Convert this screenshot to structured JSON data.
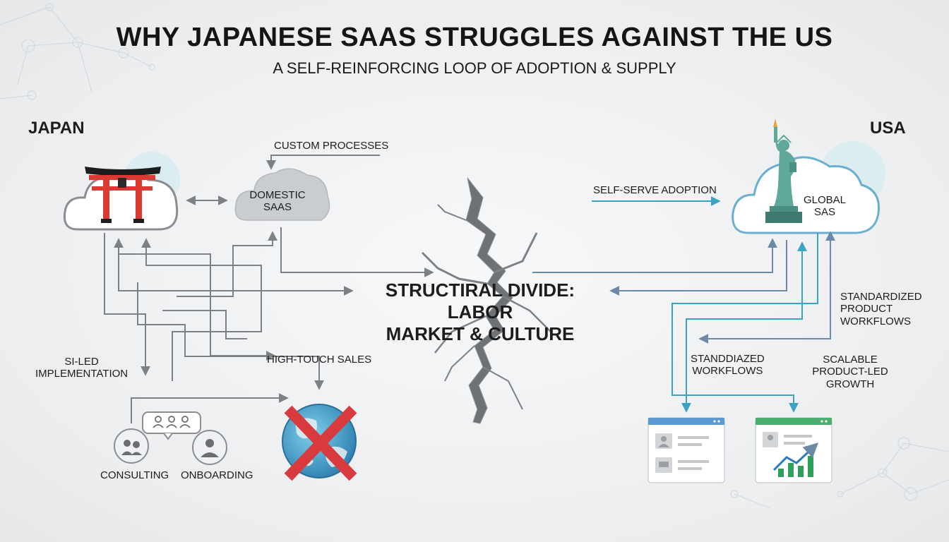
{
  "title": "WHY JAPANESE SAAS STRUGGLES AGAINST THE US",
  "subtitle": "A SELF-REINFORCING LOOP OF ADOPTION & SUPPLY",
  "japan": {
    "region_label": "JAPAN",
    "domestic_saas": [
      "DOMESTIC",
      "SAAS"
    ],
    "custom_processes": "CUSTOM PROCESSES",
    "si_led": [
      "SI-LED",
      "IMPLEMENTATION"
    ],
    "high_touch": "HIGH-TOUCH SALES",
    "consulting": "CONSULTING",
    "onboarding": "ONBOARDING"
  },
  "usa": {
    "region_label": "USA",
    "global_saas": [
      "GLOBAL",
      "SAS"
    ],
    "self_serve": "SELF-SERVE ADOPTION",
    "standardized_product": [
      "STANDARDIZED",
      "PRODUCT",
      "WORKFLOWS"
    ],
    "standardized_workflows": [
      "STANDDIAZED",
      "WORKFLOWS"
    ],
    "scalable": [
      "SCALABLE",
      "PRODUCT-LED GROWTH"
    ]
  },
  "divide": [
    "STRUCTIRAL DIVIDE: LABOR",
    "MARKET & CULTURE"
  ],
  "colors": {
    "japan_line": "#7d8186",
    "usa_line": "#6b8aa8",
    "usa_accent": "#3aa3c4",
    "torii_red": "#d93a34",
    "cross_red": "#d93a3e",
    "chart_green": "#2fa05a",
    "statue_teal": "#5fa89a"
  }
}
